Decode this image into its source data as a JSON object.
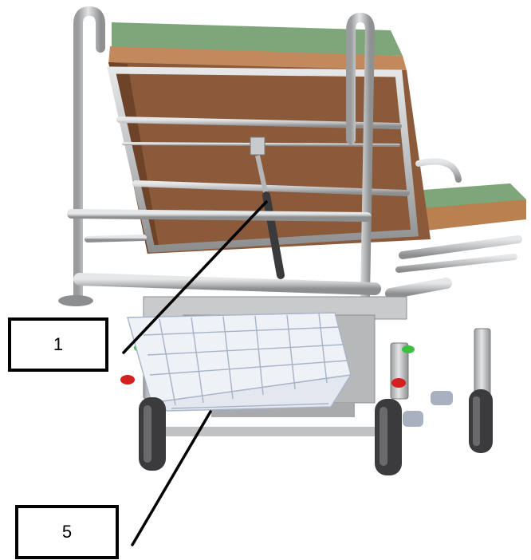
{
  "figure": {
    "subject": "hospital-bed-illustration",
    "callouts": [
      {
        "id": "callout-1",
        "label": "1",
        "points_to": "gas-spring"
      },
      {
        "id": "callout-5",
        "label": "5",
        "points_to": "wire-basket"
      }
    ]
  },
  "colors": {
    "frame": "#c9cacb",
    "frame_shade": "#9a9b9d",
    "mattress_top": "#7fa57a",
    "mattress_side": "#c28a5c",
    "backrest_board": "#8a5a3a",
    "wheel": "#3b3b3d",
    "indicator_green": "#3fbf3f",
    "indicator_red": "#d42020",
    "leader_line": "#000000"
  }
}
